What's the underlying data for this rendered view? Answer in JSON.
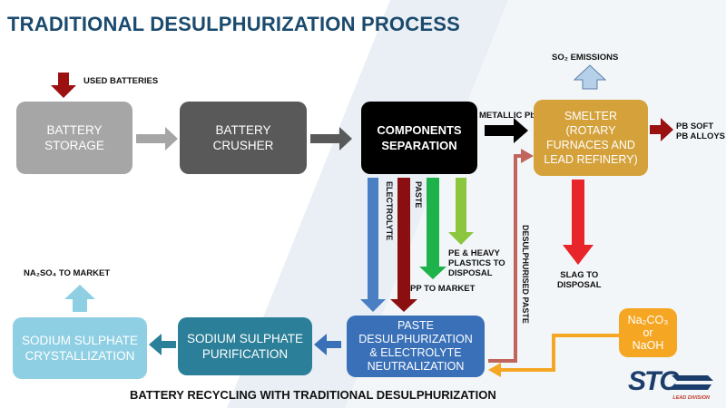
{
  "title": "TRADITIONAL DESULPHURIZATION PROCESS",
  "footer": "BATTERY RECYCLING WITH TRADITIONAL DESULPHURIZATION",
  "boxes": {
    "storage": "BATTERY\nSTORAGE",
    "crusher": "BATTERY\nCRUSHER",
    "separation": "COMPONENTS\nSEPARATION",
    "smelter": "SMELTER\n(ROTARY\nFURNACES AND\nLEAD REFINERY)",
    "paste": "PASTE\nDESULPHURIZATION\n& ELECTROLYTE\nNEUTRALIZATION",
    "purification": "SODIUM SULPHATE\nPURIFICATION",
    "crystallization": "SODIUM SULPHATE\nCRYSTALLIZATION",
    "reagent_1": "Na₂CO₃",
    "reagent_or": "or",
    "reagent_2": "NaOH"
  },
  "labels": {
    "used_batteries": "USED BATTERIES",
    "so2": "SO₂ EMISSIONS",
    "metallic_pb": "METALLIC Pb",
    "pb_soft": "PB SOFT\nPB ALLOYS",
    "slag": "SLAG TO\nDISPOSAL",
    "electrolyte": "ELECTROLYTE",
    "paste_stream": "PASTE",
    "pe_heavy": "PE & HEAVY\nPLASTICS TO\nDISPOSAL",
    "pp_market": "PP TO MARKET",
    "desulph_paste": "DESULPHURISED PASTE",
    "na2so4_market": "NA₂SO₄ TO MARKET"
  },
  "logo": {
    "text": "STC",
    "subtitle": "LEAD DIVISION"
  },
  "colors": {
    "title": "#1a4a6e",
    "storage": "#a6a6a6",
    "crusher": "#595959",
    "separation": "#000000",
    "smelter": "#d4a13a",
    "paste": "#3a70b8",
    "purification": "#2b7f98",
    "crystallization": "#8ecfe4",
    "reagent": "#f5a623",
    "red_arrow": "#9b1010",
    "slag_arrow": "#e8252b",
    "blue_stream": "#4a7fc4",
    "paste_stream": "#8b0f10",
    "green_dark": "#1db34a",
    "green_light": "#8cc63f",
    "desulph_line": "#c0645c",
    "orange_line": "#f5a623"
  }
}
